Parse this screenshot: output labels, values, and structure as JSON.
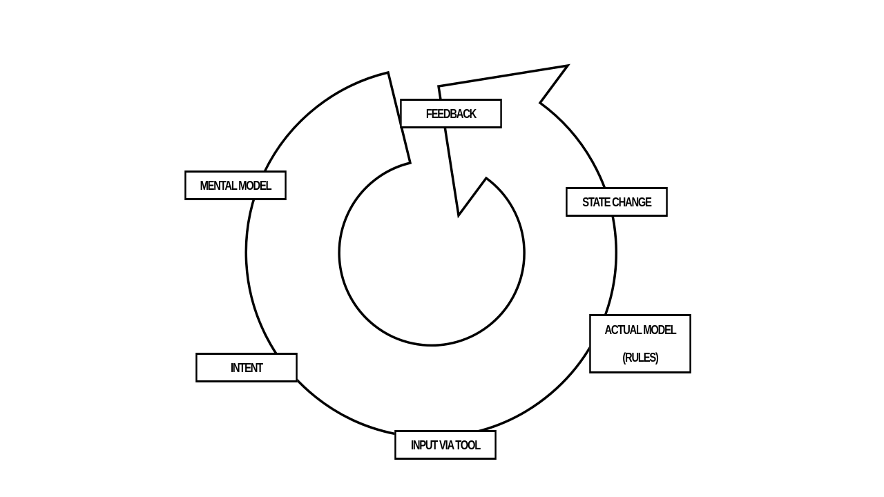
{
  "diagram": {
    "line_color": "#000000",
    "background": "#ffffff",
    "labels": {
      "feedback": "FEEDBACK",
      "mental_model": "MENTAL MODEL",
      "state_change": "STATE CHANGE",
      "actual_model_line1": "ACTUAL MODEL",
      "actual_model_line2": "(RULES)",
      "intent": "INTENT",
      "input_via_tool": "INPUT VIA TOOL"
    }
  }
}
